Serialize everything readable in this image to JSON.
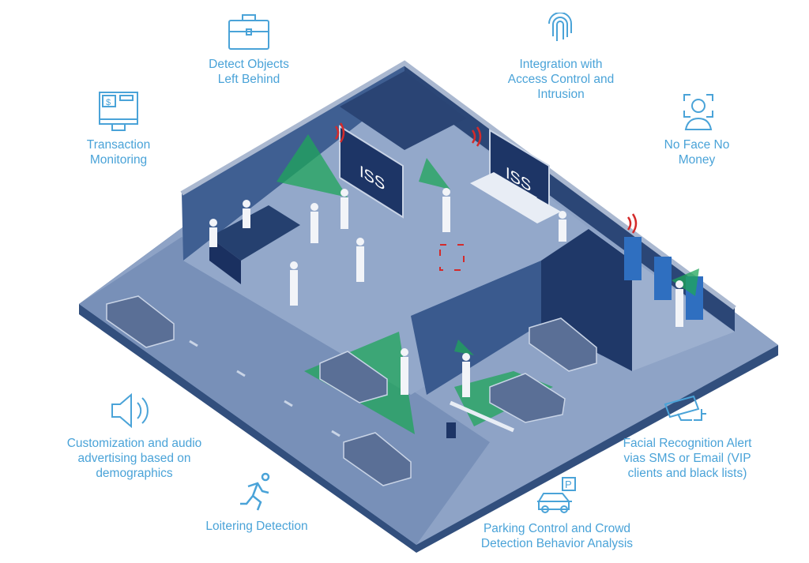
{
  "features": [
    {
      "id": "objects",
      "label": "Detect Objects\nLeft Behind",
      "icon": "briefcase-icon"
    },
    {
      "id": "access",
      "label": "Integration with\nAccess Control and\nIntrusion",
      "icon": "fingerprint-icon"
    },
    {
      "id": "transaction",
      "label": "Transaction\nMonitoring",
      "icon": "atm-icon"
    },
    {
      "id": "noface",
      "label": "No Face No\nMoney",
      "icon": "face-scan-icon"
    },
    {
      "id": "audio",
      "label": "Customization and audio\nadvertising based on\ndemographics",
      "icon": "speaker-icon"
    },
    {
      "id": "loiter",
      "label": "Loitering Detection",
      "icon": "running-person-icon"
    },
    {
      "id": "parking",
      "label": "Parking Control and Crowd\nDetection Behavior Analysis",
      "icon": "parking-car-icon"
    },
    {
      "id": "facial",
      "label": "Facial Recognition Alert\nvias SMS or Email (VIP\nclients and black lists)",
      "icon": "security-camera-icon"
    }
  ],
  "signage": {
    "brand": "ISS"
  },
  "colors": {
    "text": "#4aa3d8",
    "floor": "#8aa0c4",
    "wall": "#2d4a7a",
    "detection": "#1fa65a",
    "alert": "#d42a2a"
  }
}
